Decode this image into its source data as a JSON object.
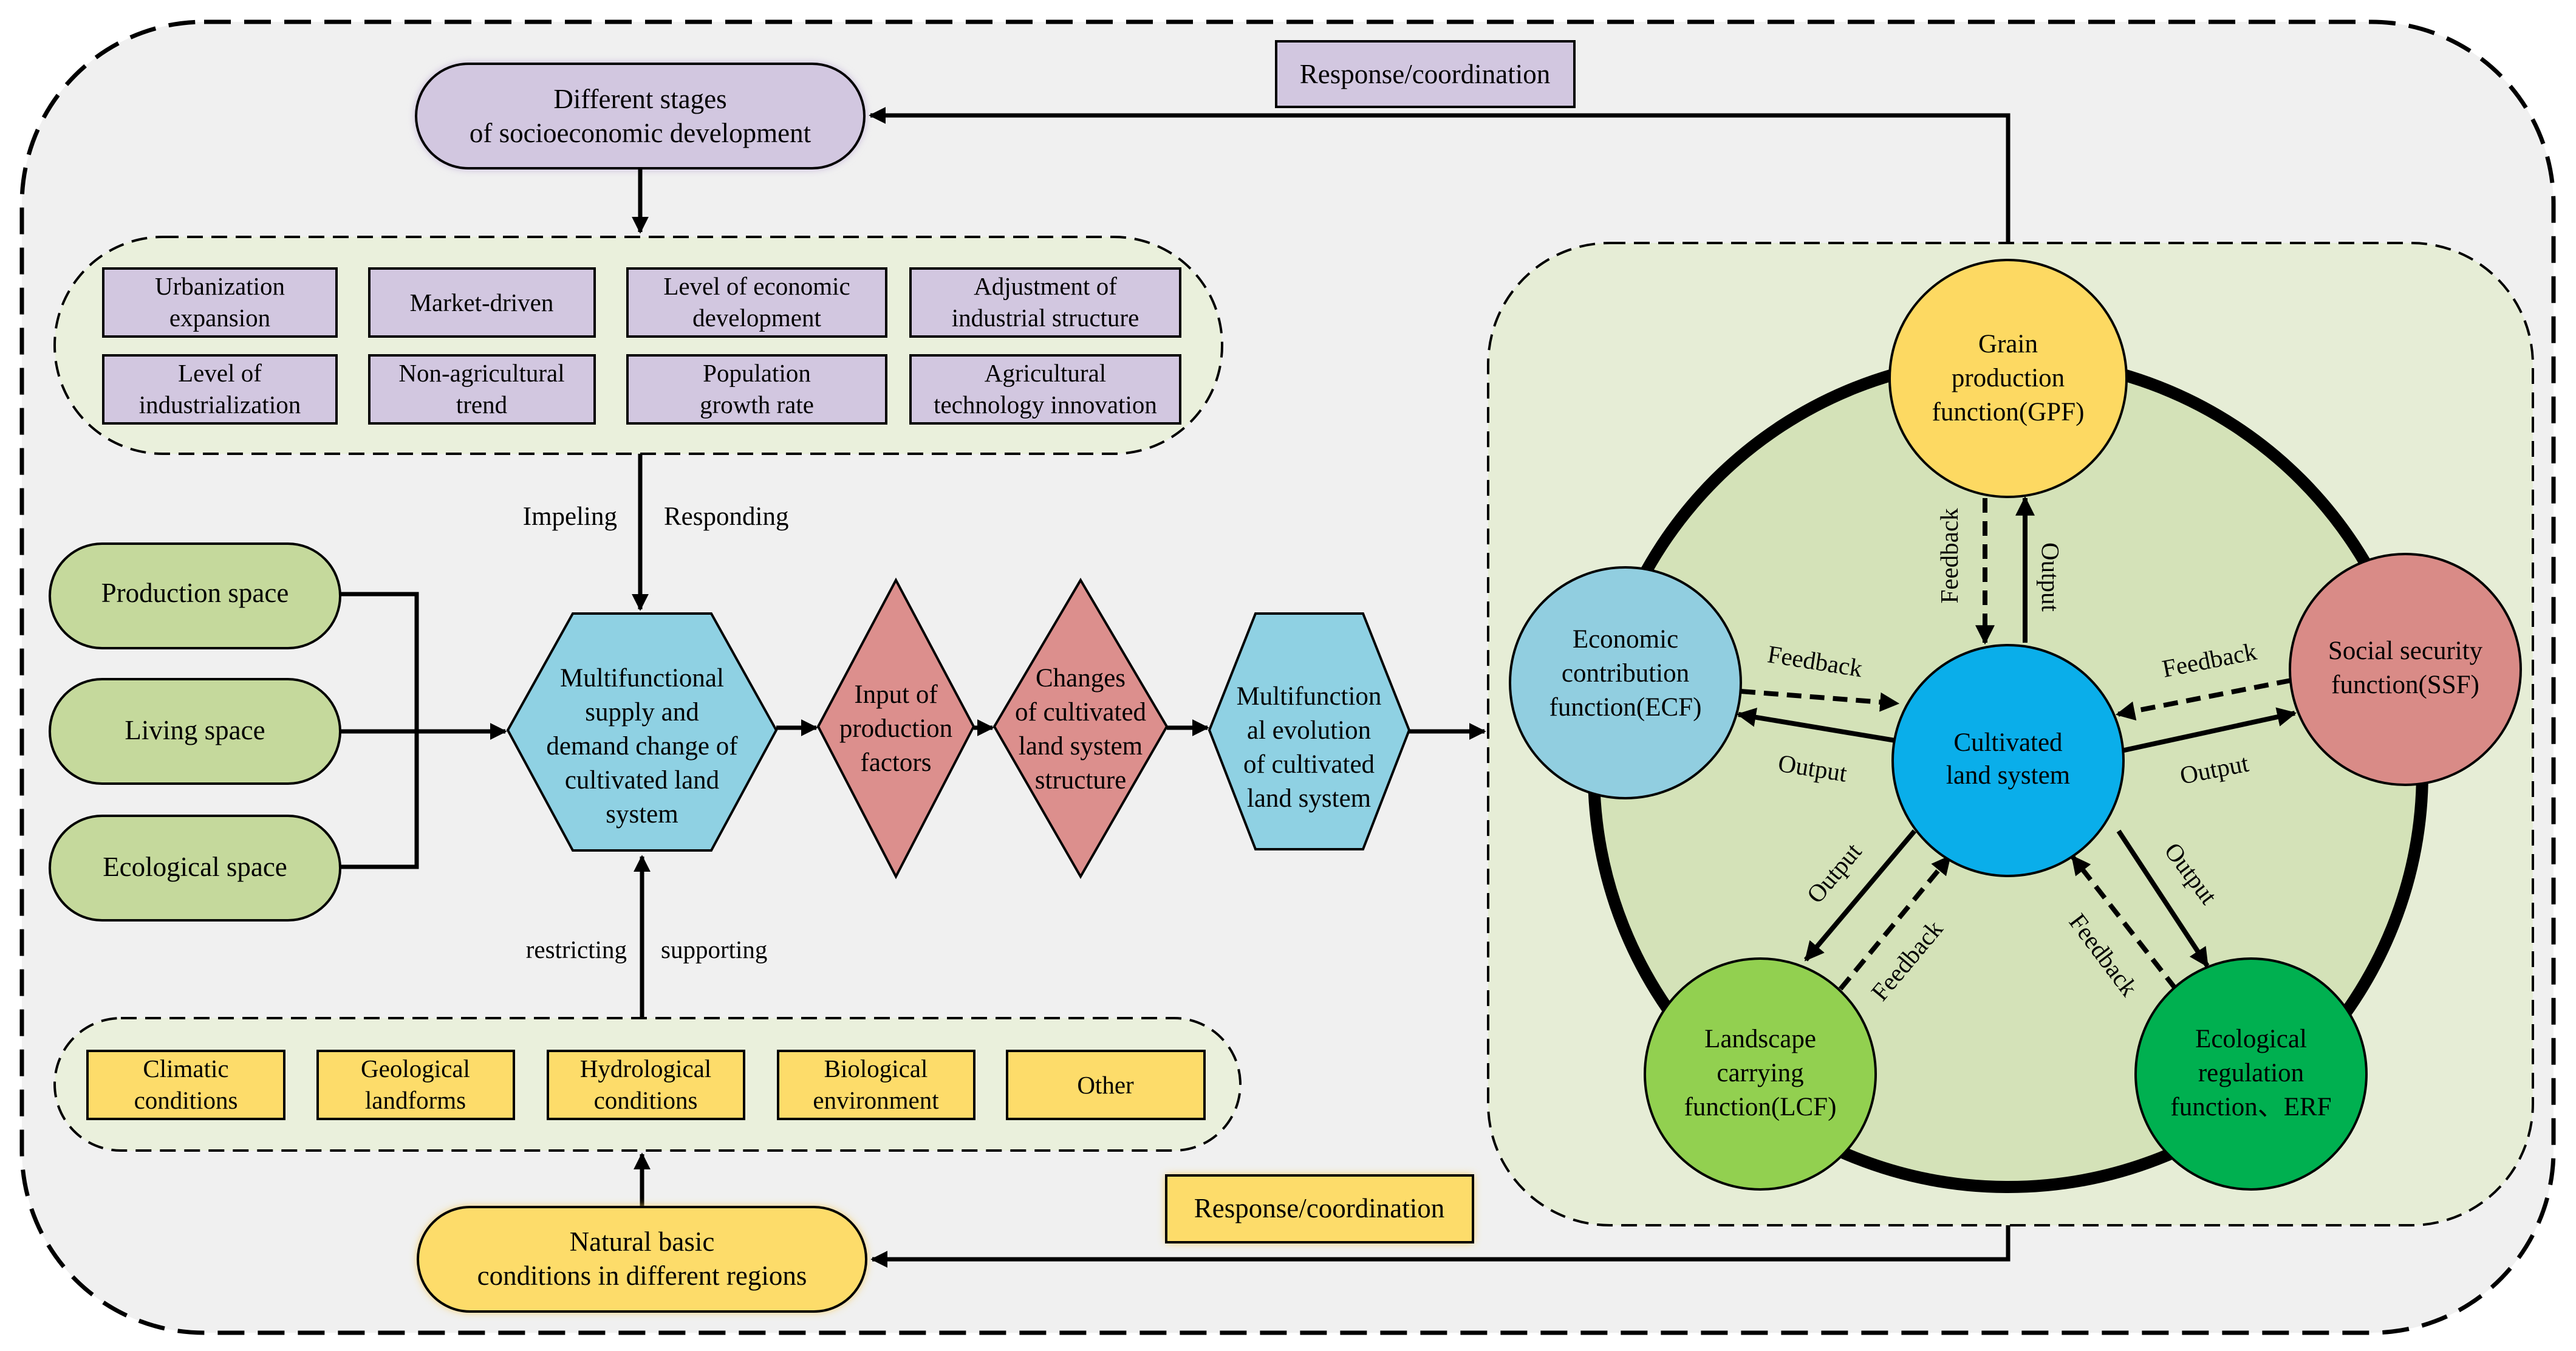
{
  "colors": {
    "purple_fill": "#d2c7e0",
    "yellow_fill": "#fddc6a",
    "green_oval_fill": "#c5d99c",
    "blue_fill": "#8fd1e3",
    "red_diamond_fill": "#dc8f8d",
    "outer_bg": "#f0f0f0",
    "factor_panel_bg": "#eaf0dc",
    "right_panel_bg": "#e6edd6",
    "ring_fill": "#d4e2b8",
    "circle_grain": "#fdd962",
    "circle_economic": "#91cee0",
    "circle_social": "#d98b87",
    "circle_center": "#0aaeea",
    "circle_landscape": "#92d050",
    "circle_ecological": "#00b050"
  },
  "socio": {
    "title_line1": "Different stages",
    "title_line2": "of socioeconomic development",
    "top_response": "Response/coordination",
    "factors": [
      {
        "line1": "Urbanization",
        "line2": "expansion"
      },
      {
        "line1": "Market-driven",
        "line2": ""
      },
      {
        "line1": "Level of economic",
        "line2": "development"
      },
      {
        "line1": "Adjustment of",
        "line2": "industrial structure"
      },
      {
        "line1": "Level of",
        "line2": "industrialization"
      },
      {
        "line1": "Non-agricultural",
        "line2": "trend"
      },
      {
        "line1": "Population",
        "line2": "growth rate"
      },
      {
        "line1": "Agricultural",
        "line2": "technology innovation"
      }
    ],
    "impeling": "Impeling",
    "responding": "Responding"
  },
  "spaces": {
    "production": "Production space",
    "living": "Living space",
    "ecological": "Ecological space"
  },
  "flow": {
    "hexagon1": [
      "Multifunctional",
      "supply and",
      "demand change of",
      "cultivated land",
      "system"
    ],
    "diamond1": [
      "Input of",
      "production",
      "factors"
    ],
    "diamond2": [
      "Changes",
      "of cultivated",
      "land system",
      "structure"
    ],
    "hexagon2": [
      "Multifunction",
      "al evolution",
      "of cultivated",
      "land system"
    ]
  },
  "natural": {
    "restricting": "restricting",
    "supporting": "supporting",
    "conditions": [
      {
        "line1": "Climatic",
        "line2": "conditions"
      },
      {
        "line1": "Geological",
        "line2": "landforms"
      },
      {
        "line1": "Hydrological",
        "line2": "conditions"
      },
      {
        "line1": "Biological",
        "line2": "environment"
      },
      {
        "line1": "Other",
        "line2": ""
      }
    ],
    "title_line1": "Natural basic",
    "title_line2": "conditions in different regions",
    "bottom_response": "Response/coordination"
  },
  "system": {
    "center": [
      "Cultivated",
      "land system"
    ],
    "grain": [
      "Grain",
      "production",
      "function(GPF)"
    ],
    "economic": [
      "Economic",
      "contribution",
      "function(ECF)"
    ],
    "social": [
      "Social security",
      "function(SSF)"
    ],
    "landscape": [
      "Landscape",
      "carrying",
      "function(LCF)"
    ],
    "ecological": [
      "Ecological",
      "regulation",
      "function、ERF"
    ],
    "output": "Output",
    "feedback": "Feedback"
  }
}
